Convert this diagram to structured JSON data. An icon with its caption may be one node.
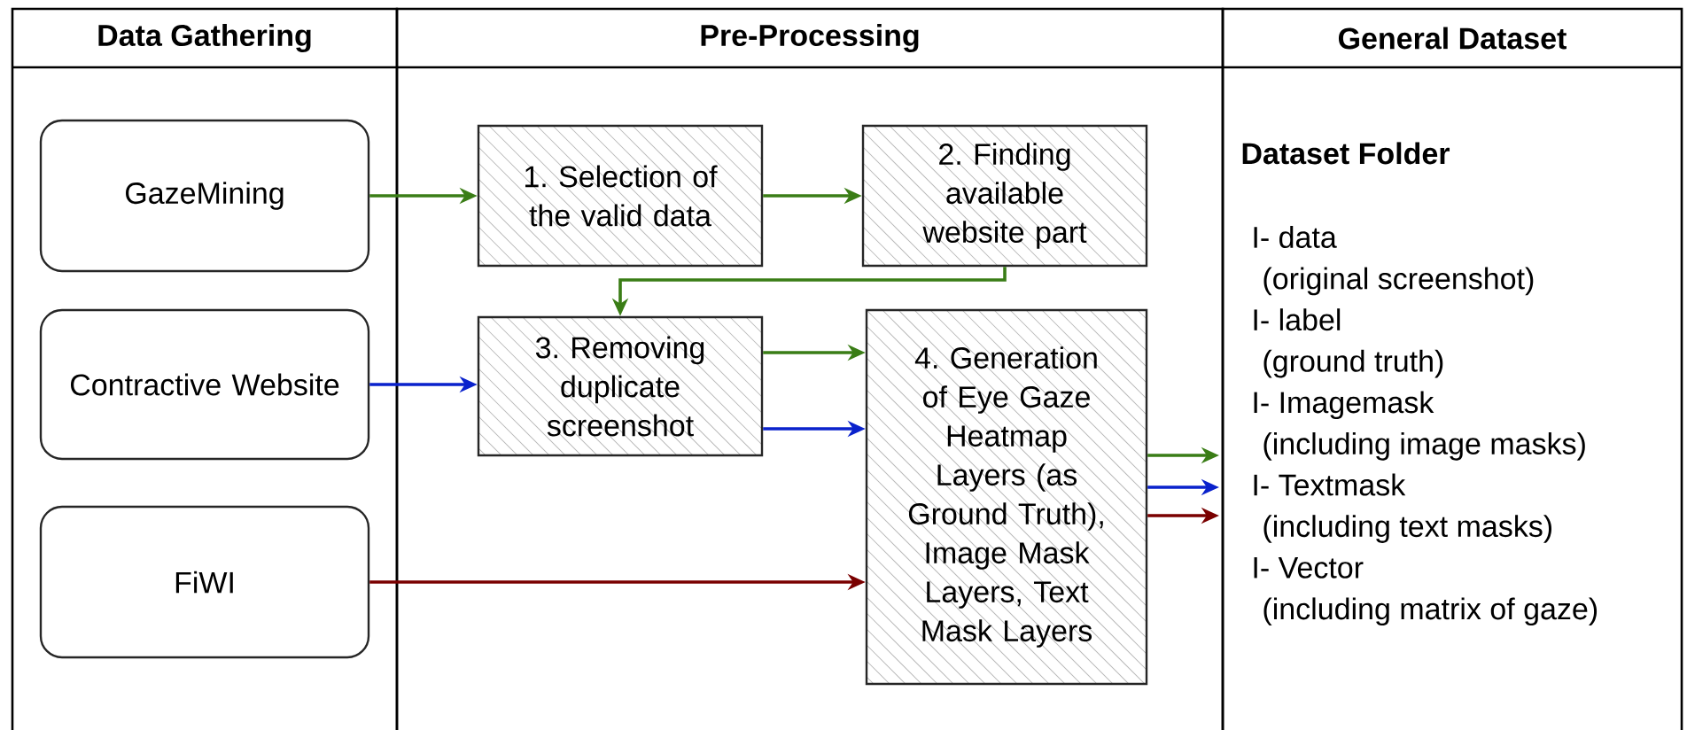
{
  "diagram": {
    "nodes": [
      {
        "text": [
          "Data Gathering"
        ]
      },
      {
        "text": [
          "Pre-Processing"
        ]
      },
      {
        "text": [
          "General Dataset"
        ]
      },
      {
        "text": [
          "GazeMining"
        ],
        "in": 0
      },
      {
        "text": [
          "Contractive Website"
        ],
        "in": 0
      },
      {
        "text": [
          "FiWI"
        ],
        "in": 0
      },
      {
        "text": [
          "1. Selection of the valid data"
        ],
        "in": 1
      },
      {
        "text": [
          "2. Finding available website part"
        ],
        "in": 1
      },
      {
        "text": [
          "3. Removing duplicate screenshot"
        ],
        "in": 1
      },
      {
        "text": [
          "4. Generation of Eye Gaze Heatmap Layers (as Ground Truth), Image Mask Layers, Text Mask Layers"
        ],
        "in": 1
      },
      {
        "text": [
          "Dataset Folder",
          "I- data",
          "(original screenshot)",
          "I- label",
          "(ground truth)",
          "I- Imagemask",
          "(including image masks)",
          "I- Textmask",
          "(including text masks)",
          "I- Vector",
          "(including matrix of gaze)"
        ],
        "in": 2
      }
    ],
    "edges": [
      {
        "from": 3,
        "to": 6,
        "arrow": "to"
      },
      {
        "from": 6,
        "to": 7,
        "arrow": "to"
      },
      {
        "from": 7,
        "to": 8,
        "arrow": "to"
      },
      {
        "from": 8,
        "to": 9,
        "arrow": "to"
      },
      {
        "from": 4,
        "to": 8,
        "arrow": "to",
        "color": "#0a22cc"
      },
      {
        "from": 8,
        "to": 9,
        "arrow": "to",
        "color": "#0a22cc"
      },
      {
        "from": 5,
        "to": 9,
        "arrow": "to",
        "color": "#7a0000"
      },
      {
        "from": 9,
        "to": 10,
        "arrow": "to"
      },
      {
        "from": 9,
        "to": 10,
        "arrow": "to",
        "color": "#0a22cc"
      },
      {
        "from": 9,
        "to": 10,
        "arrow": "to",
        "color": "#7a0000"
      }
    ]
  }
}
